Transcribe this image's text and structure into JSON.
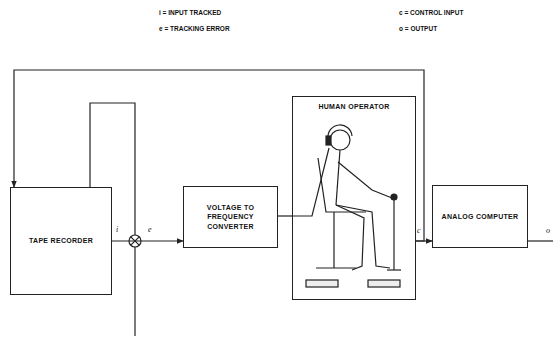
{
  "diagram": {
    "nodes": [
      {
        "text": [
          "TAPE RECORDER"
        ]
      },
      {
        "text": [
          "VOLTAGE TO FREQUENCY CONVERTER"
        ]
      },
      {
        "text": [
          "HUMAN OPERATOR"
        ]
      },
      {
        "text": [
          "ANALOG COMPUTER"
        ]
      }
    ],
    "edges": [
      {
        "from": 0,
        "to": 1,
        "arrow": "to"
      },
      {
        "from": 1,
        "to": 2,
        "arrow": "none"
      },
      {
        "from": 2,
        "to": 3,
        "arrow": "to"
      },
      {
        "from": 2,
        "to": 0,
        "arrow": "to"
      }
    ],
    "labels": [
      "i = INPUT TRACKED",
      "e = TRACKING ERROR",
      "c = CONTROL INPUT",
      "o = OUTPUT",
      "i",
      "e",
      "c",
      "o"
    ]
  }
}
